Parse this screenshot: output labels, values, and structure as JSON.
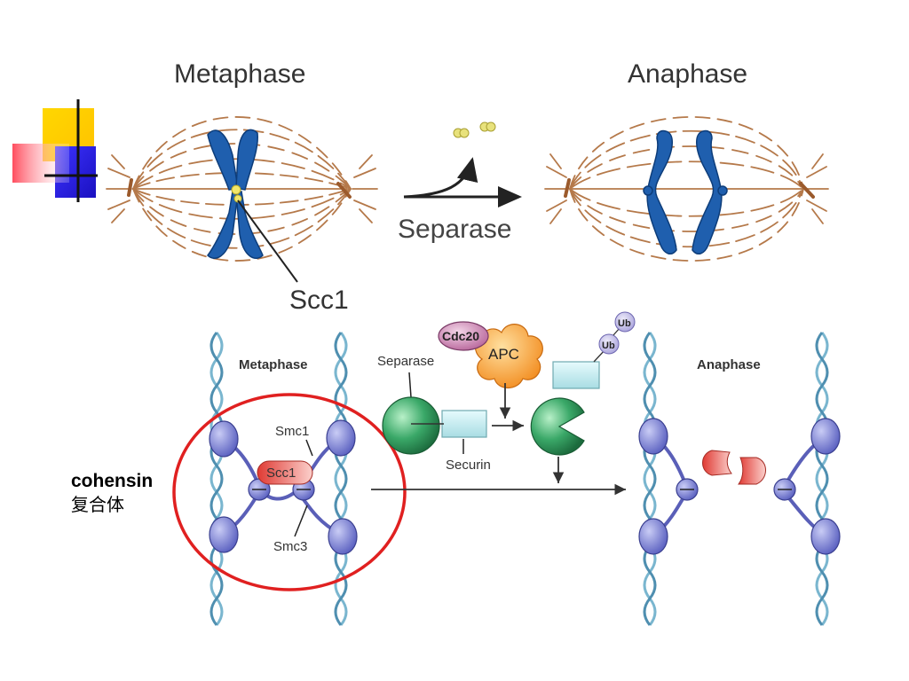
{
  "top_panel": {
    "metaphase_title": "Metaphase",
    "anaphase_title": "Anaphase",
    "enzyme_label": "Separase",
    "cleaved_protein_label": "Scc1"
  },
  "bottom_panel": {
    "metaphase_title": "Metaphase",
    "anaphase_title": "Anaphase",
    "cdc20_label": "Cdc20",
    "apc_label": "APC",
    "separase_label": "Separase",
    "securin_label": "Securin",
    "ub_label_1": "Ub",
    "ub_label_2": "Ub",
    "smc1_label": "Smc1",
    "scc1_label": "Scc1",
    "smc3_label": "Smc3"
  },
  "side_label": {
    "term": "cohensin",
    "chinese": "复合体"
  },
  "colors": {
    "chromosome_blue": "#1f5fae",
    "spindle_brown": "#b5794a",
    "cohesin_ring_red": "#e02020",
    "separase_green": "#2e8b57",
    "apc_orange": "#f39c35",
    "cdc20_pink": "#c97aa8",
    "ub_lavender": "#b9b4e0",
    "securin_cyan": "#bfeaee",
    "smc_purple": "#6a6fc2",
    "scc1_red": "#e0453d"
  }
}
